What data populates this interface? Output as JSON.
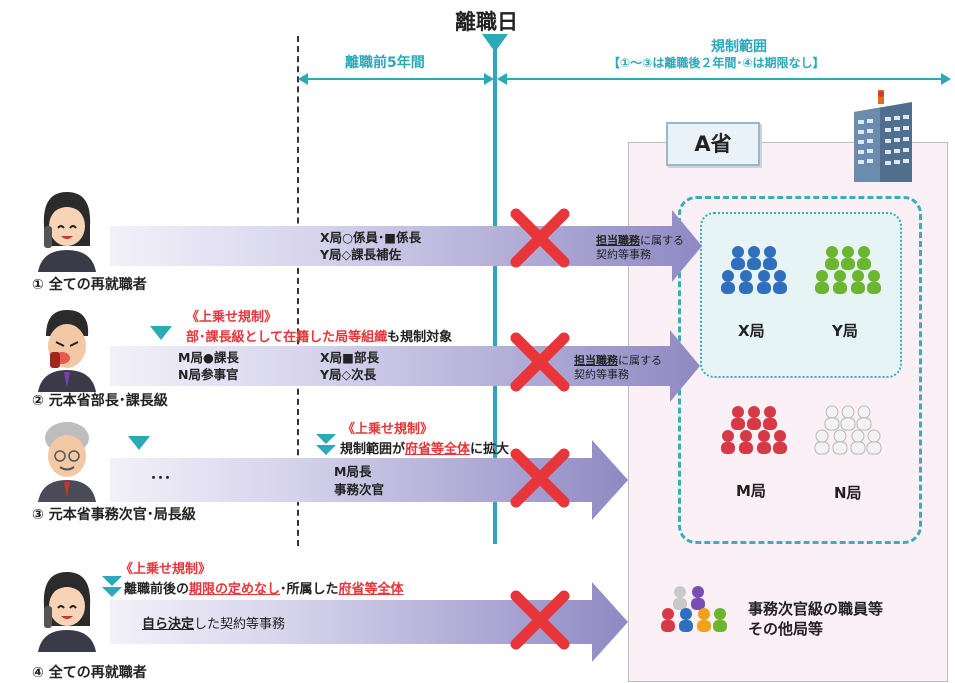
{
  "header": {
    "retirement_day": "離職日",
    "five_years_before": "離職前5年間",
    "scope_title": "規制範囲",
    "scope_note": "【①～③は離職後２年間･④は期限なし】"
  },
  "agency": {
    "title": "A省",
    "x_bureau": "X局",
    "y_bureau": "Y局",
    "m_bureau": "M局",
    "n_bureau": "N局",
    "others_line1": "事務次官級の職員等",
    "others_line2": "その他局等"
  },
  "rows": {
    "r1": {
      "label": "① 全ての再就職者",
      "arrow_line1": "X局○係員･■係長",
      "arrow_line2": "Y局◇課長補佐",
      "duty_line1_bold": "担当職務",
      "duty_line1_rest": "に属する",
      "duty_line2": "契約等事務"
    },
    "r2": {
      "label": "② 元本省部長･課長級",
      "extra_title": "《上乗せ規制》",
      "extra_text_red": "部･課長級として在籍した局等組織",
      "extra_text_rest": "も規制対象",
      "early_line1": "M局●課長",
      "early_line2": "N局参事官",
      "arrow_line1": "X局■部長",
      "arrow_line2": "Y局◇次長",
      "duty_line1_bold": "担当職務",
      "duty_line1_rest": "に属する",
      "duty_line2": "契約等事務"
    },
    "r3": {
      "label": "③ 元本省事務次官･局長級",
      "extra_title": "《上乗せ規制》",
      "extra_text_pre": "規制範囲が",
      "extra_text_red": "府省等全体",
      "extra_text_post": "に拡大",
      "ellipsis": "･･･",
      "arrow_line1": "M局長",
      "arrow_line2": "事務次官"
    },
    "r4": {
      "label": "④ 全ての再就職者",
      "extra_title": "《上乗せ規制》",
      "extra_text_pre": "離職前後の",
      "extra_text_red1": "期限の定めなし",
      "extra_text_mid": "･所属した",
      "extra_text_red2": "府省等全体",
      "self_decided_bold": "自ら決定",
      "self_decided_rest": "した契約等事務"
    }
  },
  "colors": {
    "teal": "#2aa9b7",
    "arrow": "#9d97c9",
    "red": "#e8353a",
    "agency_bg": "#fbf0f6"
  }
}
